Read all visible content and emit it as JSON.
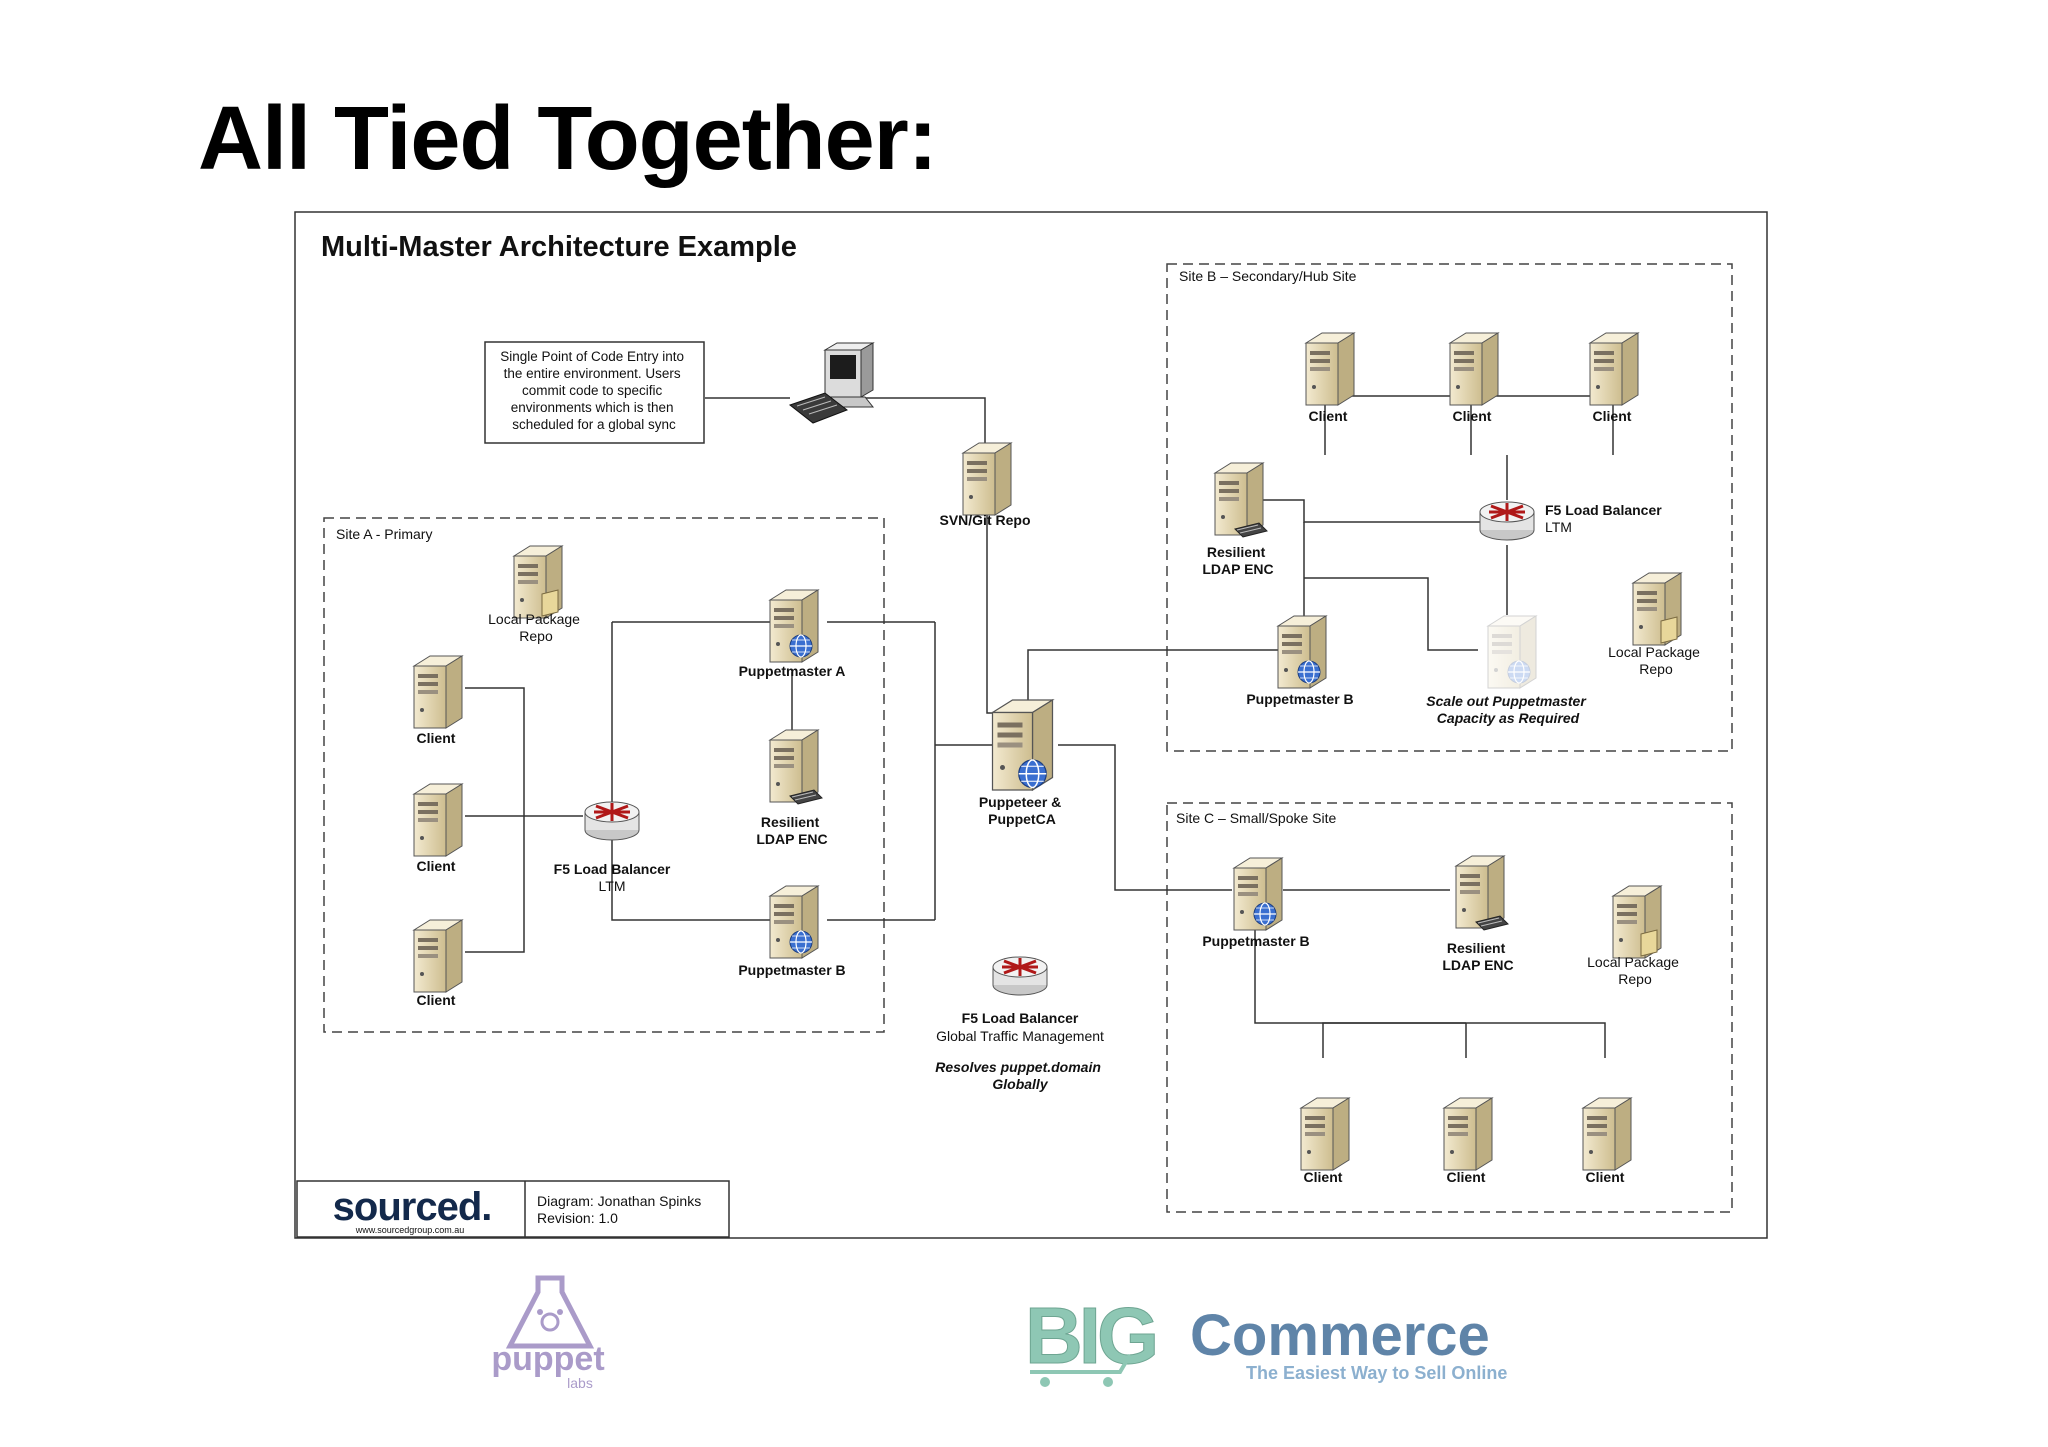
{
  "slide": {
    "title": "All Tied Together:"
  },
  "diagram": {
    "title": "Multi-Master Architecture Example",
    "note": [
      "Single Point of Code Entry into",
      "the entire environment.  Users",
      "commit code to specific",
      "environments which is then",
      "scheduled for a global sync"
    ],
    "svn_label": "SVN/Git Repo",
    "puppeteer_label": [
      "Puppeteer &",
      "PuppetCA"
    ],
    "gtm": {
      "label": "F5 Load Balancer",
      "sub": "Global Traffic Management",
      "note": [
        "Resolves puppet.domain",
        "Globally"
      ]
    },
    "site_a": {
      "title": "Site A - Primary",
      "repo_label": [
        "Local Package",
        "Repo"
      ],
      "client_label": "Client",
      "lb_label": "F5 Load Balancer",
      "lb_sub": "LTM",
      "pm_a": "Puppetmaster A",
      "pm_b": "Puppetmaster B",
      "ldap": [
        "Resilient",
        "LDAP ENC"
      ]
    },
    "site_b": {
      "title": "Site B – Secondary/Hub Site",
      "client_label": "Client",
      "lb_label": "F5 Load Balancer",
      "lb_sub": "LTM",
      "ldap": [
        "Resilient",
        "LDAP ENC"
      ],
      "pm_b": "Puppetmaster B",
      "scale": [
        "Scale out Puppetmaster",
        "Capacity as Required"
      ],
      "repo_label": [
        "Local Package",
        "Repo"
      ]
    },
    "site_c": {
      "title": "Site C – Small/Spoke Site",
      "client_label": "Client",
      "pm_b": "Puppetmaster B",
      "ldap": [
        "Resilient",
        "LDAP ENC"
      ],
      "repo_label": [
        "Local Package",
        "Repo"
      ]
    },
    "footer": {
      "logo_text": "sourced.",
      "logo_url": "www.sourcedgroup.com.au",
      "credit": "Diagram: Jonathan Spinks",
      "revision": "Revision: 1.0"
    }
  },
  "logos": {
    "puppet": [
      "puppet",
      "labs"
    ],
    "bigcommerce": [
      "BIG",
      "Commerce",
      "The Easiest Way to Sell Online"
    ]
  },
  "colors": {
    "server_body": "#e8dcb8",
    "server_shade": "#c9b98c",
    "router_accent": "#b01818",
    "globe": "#3a6fd0",
    "bigcommerce_green": "#8ec7b4",
    "bigcommerce_blue": "#5f84a8",
    "puppet_purple": "#8e7ab8"
  }
}
